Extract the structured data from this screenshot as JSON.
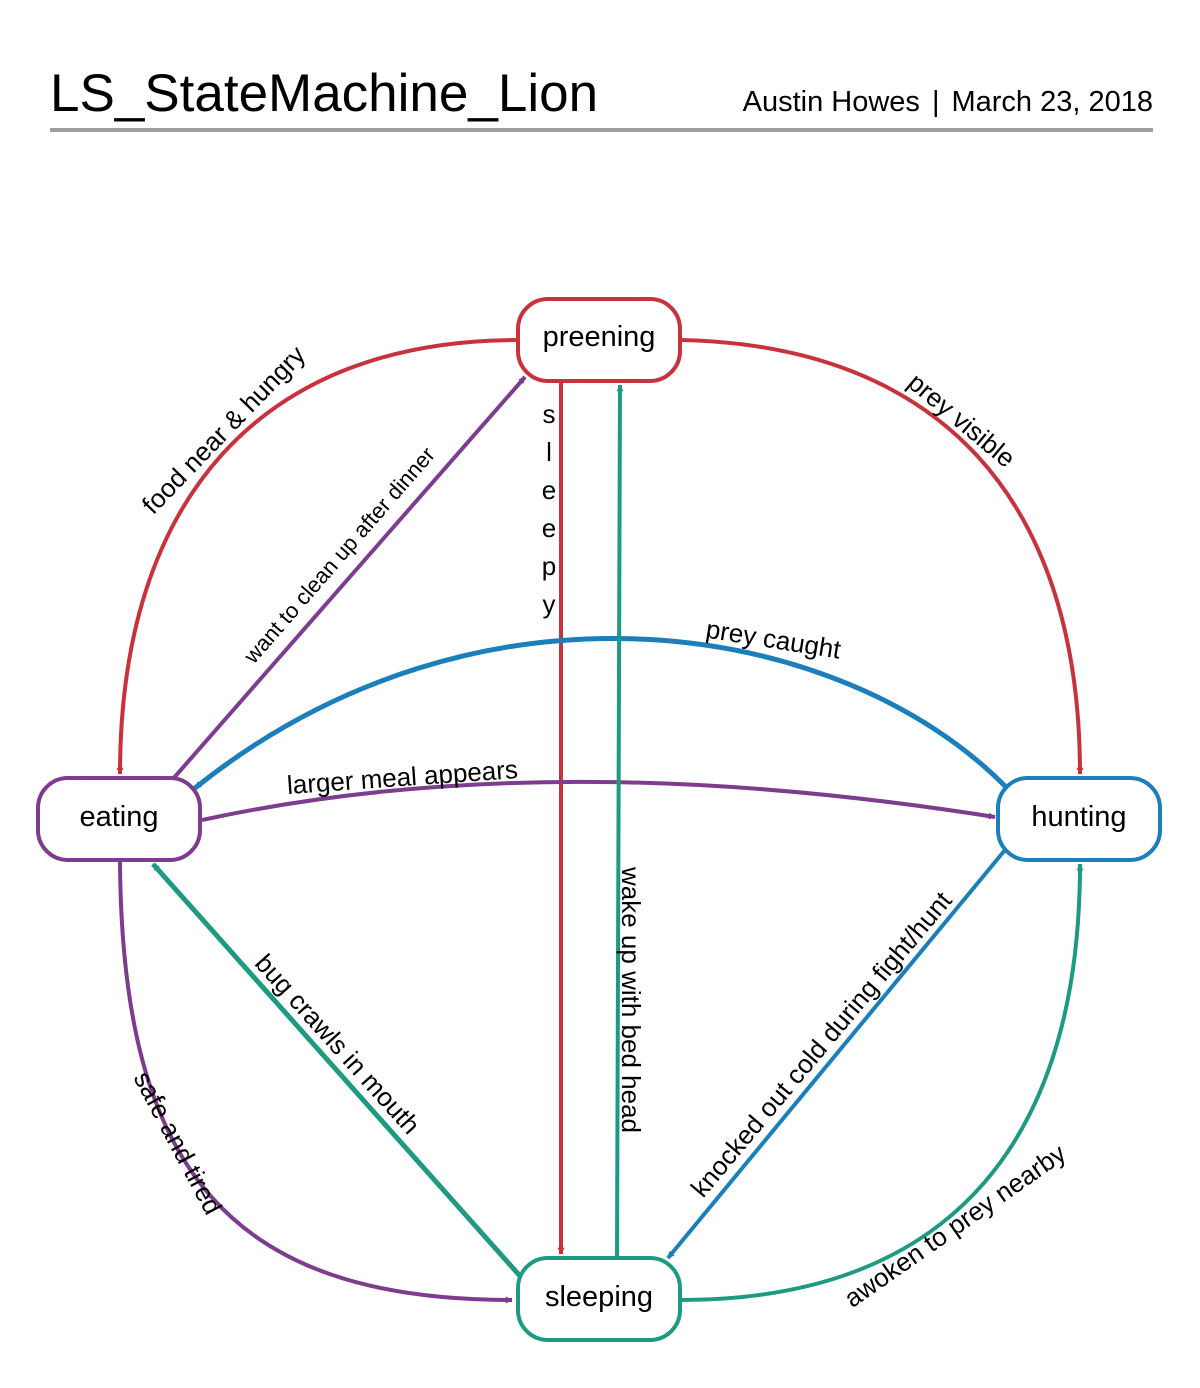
{
  "header": {
    "title": "LS_StateMachine_Lion",
    "author": "Austin Howes",
    "separator": "|",
    "date": "March 23, 2018"
  },
  "colors": {
    "preening": "#c8323c",
    "eating": "#7e3c8e",
    "hunting": "#1a7fba",
    "sleeping": "#1e9a82"
  },
  "states": {
    "preening": "preening",
    "eating": "eating",
    "hunting": "hunting",
    "sleeping": "sleeping"
  },
  "transitions": {
    "food_near": "food near & hungry",
    "clean_up": "want to clean up after dinner",
    "sleepy_letters": [
      "s",
      "l",
      "e",
      "e",
      "p",
      "y"
    ],
    "prey_visible": "prey visible",
    "prey_caught": "prey caught",
    "larger_meal": "larger meal appears",
    "wake_up": "wake up with bed head",
    "bug_crawls": "bug crawls in mouth",
    "safe_tired": "safe and tired",
    "knocked_out": "knocked out cold during fight/hunt",
    "awoken": "awoken to prey nearby"
  }
}
